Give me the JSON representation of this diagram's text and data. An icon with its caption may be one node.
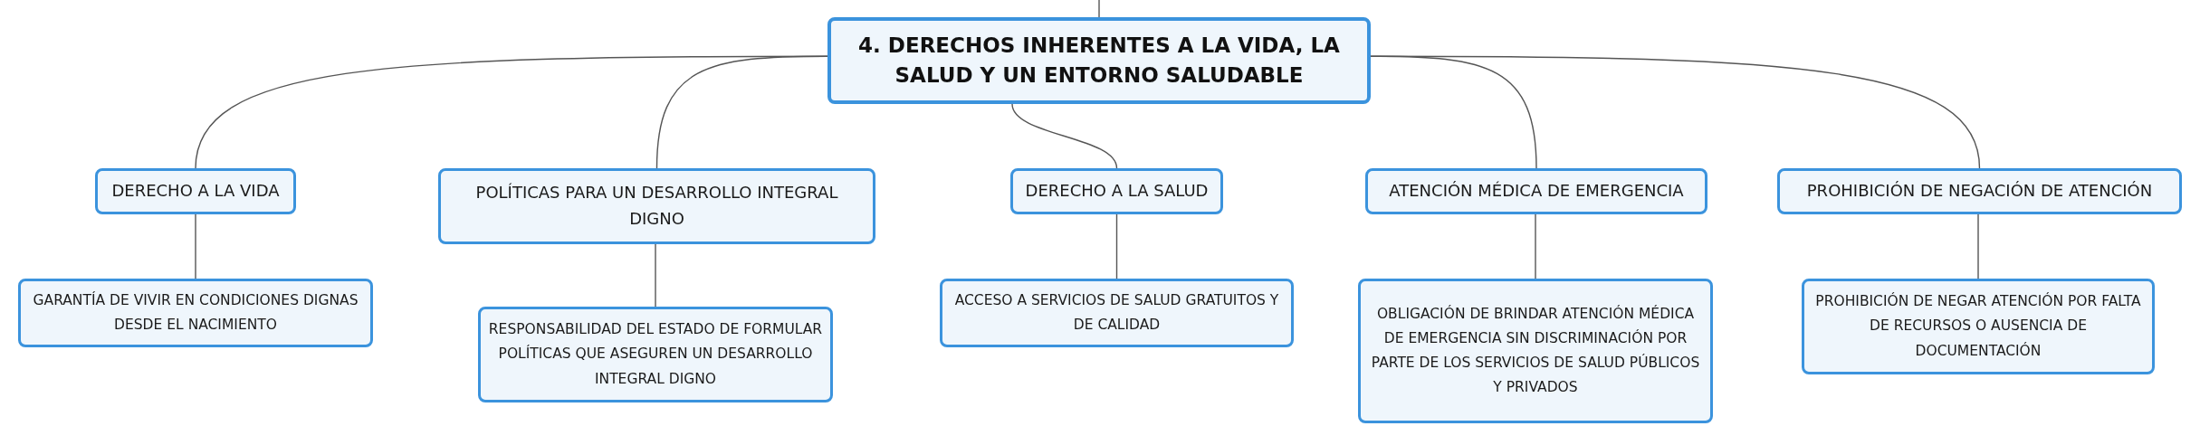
{
  "diagram": {
    "nodes": [
      {
        "text": [
          "4. DERECHOS INHERENTES A LA VIDA, LA SALUD Y UN ENTORNO SALUDABLE"
        ]
      },
      {
        "text": [
          "DERECHO A LA VIDA"
        ]
      },
      {
        "text": [
          "POLÍTICAS PARA UN DESARROLLO INTEGRAL DIGNO"
        ]
      },
      {
        "text": [
          "DERECHO A LA SALUD"
        ]
      },
      {
        "text": [
          "ATENCIÓN MÉDICA DE EMERGENCIA"
        ]
      },
      {
        "text": [
          "PROHIBICIÓN DE NEGACIÓN DE ATENCIÓN"
        ]
      },
      {
        "text": [
          "GARANTÍA DE VIVIR EN CONDICIONES DIGNAS DESDE EL NACIMIENTO"
        ]
      },
      {
        "text": [
          "RESPONSABILIDAD DEL ESTADO DE FORMULAR POLÍTICAS QUE ASEGUREN UN DESARROLLO INTEGRAL DIGNO"
        ]
      },
      {
        "text": [
          "ACCESO A SERVICIOS DE SALUD GRATUITOS Y DE CALIDAD"
        ]
      },
      {
        "text": [
          "OBLIGACIÓN DE BRINDAR ATENCIÓN MÉDICA DE EMERGENCIA SIN DISCRIMINACIÓN POR PARTE DE LOS SERVICIOS DE SALUD PÚBLICOS Y PRIVADOS"
        ]
      },
      {
        "text": [
          "PROHIBICIÓN DE NEGAR ATENCIÓN POR FALTA DE RECURSOS O AUSENCIA DE DOCUMENTACIÓN"
        ]
      }
    ],
    "edges": [
      {
        "from": null,
        "to": 0,
        "arrow": "none"
      },
      {
        "from": 0,
        "to": 1,
        "arrow": "none"
      },
      {
        "from": 0,
        "to": 2,
        "arrow": "none"
      },
      {
        "from": 0,
        "to": 3,
        "arrow": "none"
      },
      {
        "from": 0,
        "to": 4,
        "arrow": "none"
      },
      {
        "from": 0,
        "to": 5,
        "arrow": "none"
      },
      {
        "from": 1,
        "to": 6,
        "arrow": "none"
      },
      {
        "from": 2,
        "to": 7,
        "arrow": "none"
      },
      {
        "from": 3,
        "to": 8,
        "arrow": "none"
      },
      {
        "from": 4,
        "to": 9,
        "arrow": "none"
      },
      {
        "from": 5,
        "to": 10,
        "arrow": "none"
      }
    ]
  }
}
